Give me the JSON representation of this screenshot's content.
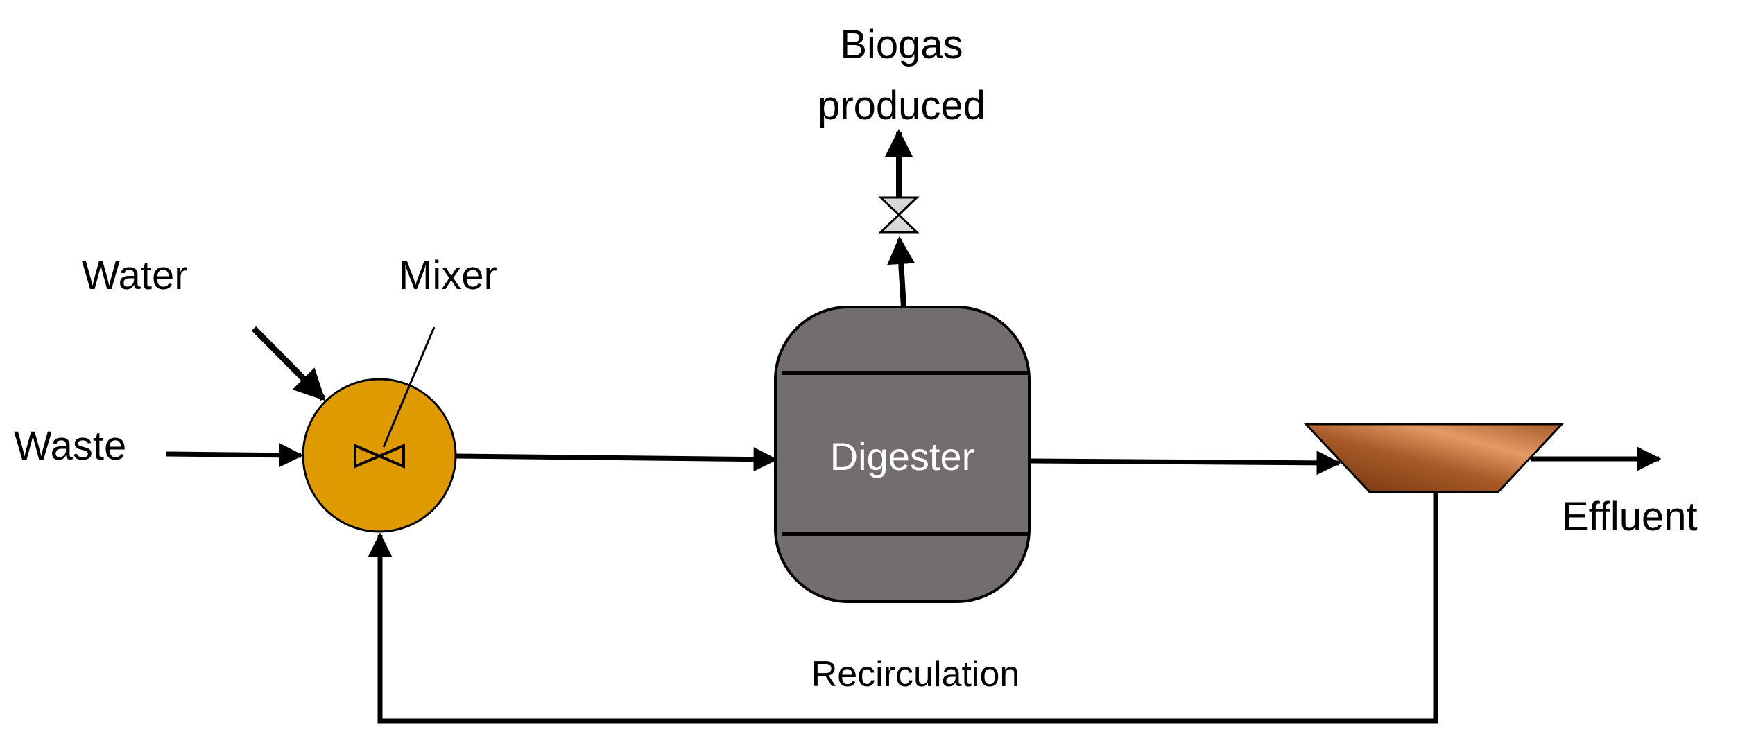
{
  "labels": {
    "water": "Water",
    "mixer": "Mixer",
    "waste": "Waste",
    "biogas_line1": "Biogas",
    "biogas_line2": "produced",
    "digester": "Digester",
    "effluent": "Effluent",
    "recirculation": "Recirculation"
  },
  "colors": {
    "mixer_fill": "#DE9A00",
    "digester_fill": "#736D6D",
    "settler_light": "#E0925A",
    "settler_dark": "#7A3A10",
    "line": "#000000"
  },
  "icons": {
    "mixer_impeller": "bowtie-impeller-icon",
    "valve": "gate-valve-icon"
  }
}
